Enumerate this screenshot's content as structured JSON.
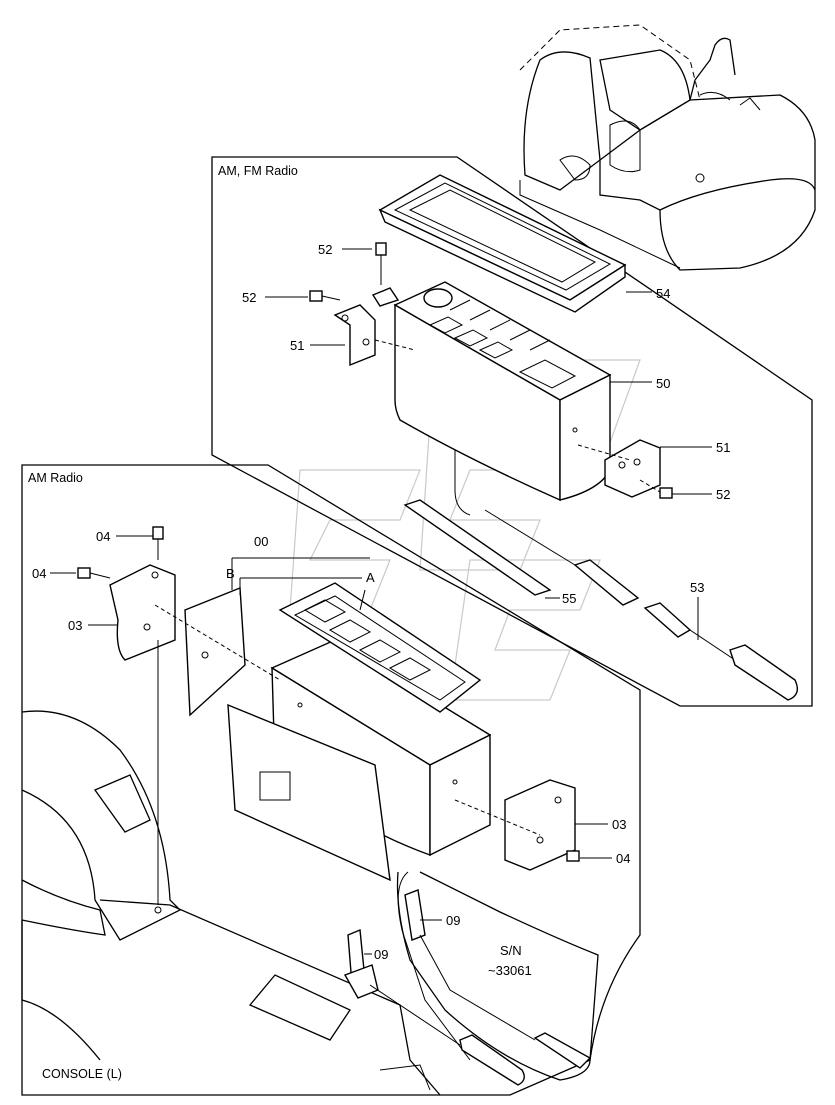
{
  "sections": {
    "am_fm_radio": "AM, FM Radio",
    "am_radio": "AM Radio",
    "console": "CONSOLE (L)"
  },
  "note": {
    "line1": "S/N",
    "line2": "~33061"
  },
  "letters": {
    "a": "A",
    "b": "B"
  },
  "callouts": {
    "c52a": "52",
    "c52b": "52",
    "c51a": "51",
    "c54": "54",
    "c50": "50",
    "c51b": "51",
    "c52c": "52",
    "c53": "53",
    "c55": "55",
    "c00": "00",
    "c04a": "04",
    "c04b": "04",
    "c03a": "03",
    "c03b": "03",
    "c04c": "04",
    "c09a": "09",
    "c09b": "09"
  }
}
